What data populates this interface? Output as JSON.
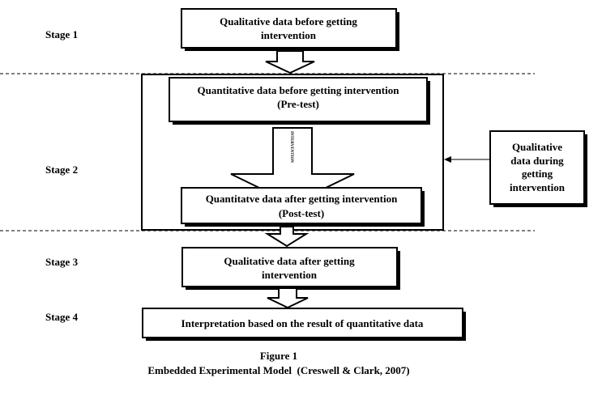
{
  "stages": {
    "s1": "Stage 1",
    "s2": "Stage 2",
    "s3": "Stage 3",
    "s4": "Stage 4"
  },
  "boxes": {
    "qual_before": {
      "line1": "Qualitative data before getting",
      "line2": "intervention"
    },
    "quant_before": {
      "line1": "Quantitative data before getting intervention",
      "line2": "(Pre-test)"
    },
    "quant_after": {
      "line1": "Quantitatve data after getting intervention",
      "line2": "(Post-test)"
    },
    "qual_during": {
      "line1": "Qualitative",
      "line2": "data during",
      "line3": "getting",
      "line4": "intervention"
    },
    "qual_after": {
      "line1": "Qualitative data after getting",
      "line2": "intervention"
    },
    "interpretation": {
      "line1": "Interpretation based on the result of quantitative data"
    }
  },
  "intervention_label": "INTERVENTION",
  "caption": {
    "line1": "Figure 1",
    "line2": "Embedded Experimental Model  (Creswell & Clark, 2007)"
  }
}
